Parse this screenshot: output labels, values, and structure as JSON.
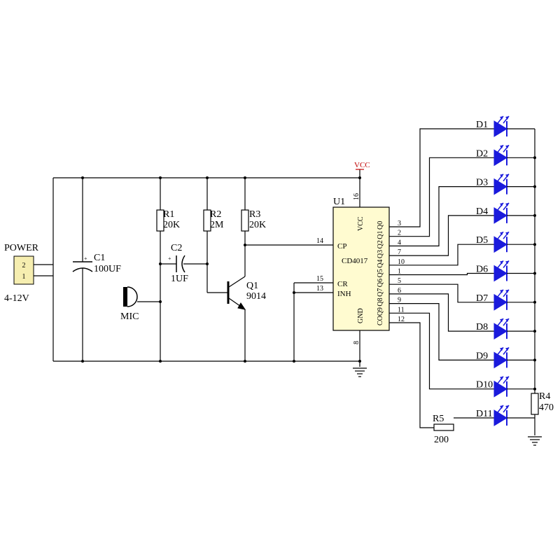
{
  "power": {
    "label": "POWER",
    "pin2": "2",
    "pin1": "1",
    "range": "4-12V"
  },
  "c1": {
    "ref": "C1",
    "value": "100UF",
    "plus": "+"
  },
  "c2": {
    "ref": "C2",
    "value": "1UF",
    "plus": "+"
  },
  "r1": {
    "ref": "R1",
    "value": "20K"
  },
  "r2": {
    "ref": "R2",
    "value": "2M"
  },
  "r3": {
    "ref": "R3",
    "value": "20K"
  },
  "r4": {
    "ref": "R4",
    "value": "470"
  },
  "r5": {
    "ref": "R5",
    "value": "200"
  },
  "q1": {
    "ref": "Q1",
    "value": "9014"
  },
  "mic": {
    "label": "MIC"
  },
  "vcc": {
    "label": "VCC"
  },
  "u1": {
    "ref": "U1",
    "part": "CD4017",
    "vcc_label": "VCC",
    "gnd_label": "GND",
    "cp_label": "CP",
    "cr_label": "CR",
    "inh_label": "INH",
    "pin_vcc": "16",
    "pin_gnd": "8",
    "pin_cp": "14",
    "pin_cr": "15",
    "pin_inh": "13",
    "outputs": [
      {
        "pin": "3",
        "label": "Q0"
      },
      {
        "pin": "2",
        "label": "Q1"
      },
      {
        "pin": "4",
        "label": "Q2"
      },
      {
        "pin": "7",
        "label": "Q3"
      },
      {
        "pin": "10",
        "label": "Q4"
      },
      {
        "pin": "1",
        "label": "Q5"
      },
      {
        "pin": "5",
        "label": "Q6"
      },
      {
        "pin": "6",
        "label": "Q7"
      },
      {
        "pin": "9",
        "label": "Q8"
      },
      {
        "pin": "11",
        "label": "Q9"
      },
      {
        "pin": "12",
        "label": "CO"
      }
    ]
  },
  "leds": [
    "D1",
    "D2",
    "D3",
    "D4",
    "D5",
    "D6",
    "D7",
    "D8",
    "D9",
    "D10",
    "D11"
  ],
  "colors": {
    "wire": "#000000",
    "led": "#1a1adc",
    "chip": "#fffbd0",
    "connector": "#f6eeb0"
  }
}
